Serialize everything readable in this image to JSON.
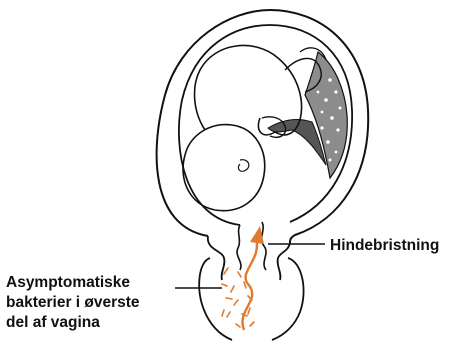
{
  "labels": {
    "membrane_rupture": "Hindebristning",
    "bacteria_line1": "Asymptomatiske",
    "bacteria_line2": "bakterier i øverste",
    "bacteria_line3": "del af vagina"
  },
  "colors": {
    "outline": "#111111",
    "bacteria": "#e07a2e",
    "placenta_fill": "#8c8c8c",
    "placenta_dots": "#ffffff",
    "cord": "#555555"
  }
}
